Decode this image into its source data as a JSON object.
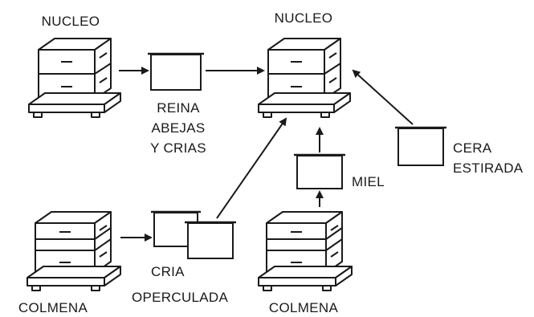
{
  "labels": {
    "nucleo_left": "NUCLEO",
    "nucleo_right": "NUCLEO",
    "reina_line1": "REINA",
    "reina_line2": "ABEJAS",
    "reina_line3": "Y CRIAS",
    "miel": "MIEL",
    "cera_line1": "CERA",
    "cera_line2": "ESTIRADA",
    "cria_line1": "CRIA",
    "cria_line2": "OPERCULADA",
    "colmena_left": "COLMENA",
    "colmena_right": "COLMENA"
  },
  "colors": {
    "ink": "#1a1a1a",
    "background": "#ffffff"
  }
}
